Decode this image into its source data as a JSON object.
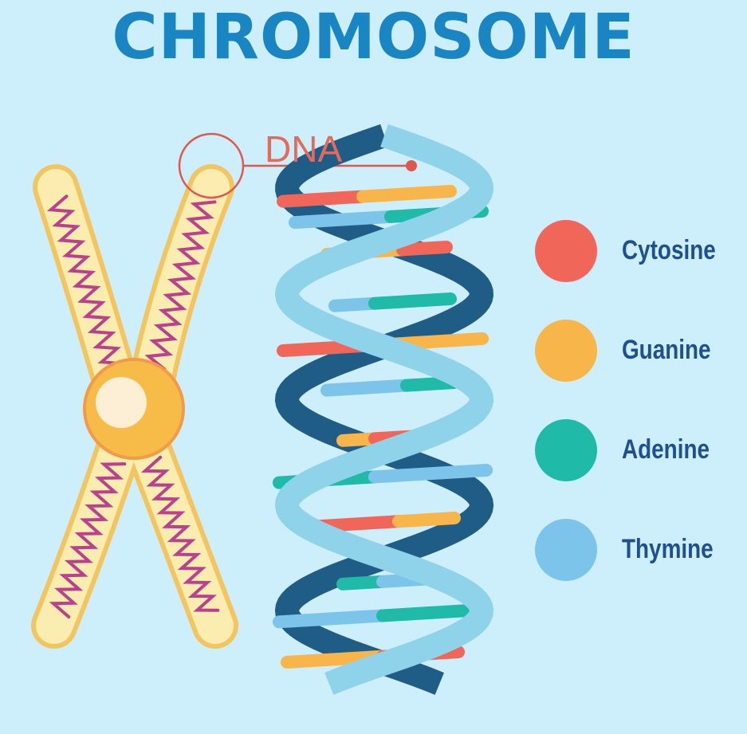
{
  "title": "CHROMOSOME",
  "dna_label": "DNA",
  "legend": [
    {
      "label": "Cytosine",
      "color": "#f0675a"
    },
    {
      "label": "Guanine",
      "color": "#f8b54a"
    },
    {
      "label": "Adenine",
      "color": "#1fbaa8"
    },
    {
      "label": "Thymine",
      "color": "#7cc4ea"
    }
  ]
}
